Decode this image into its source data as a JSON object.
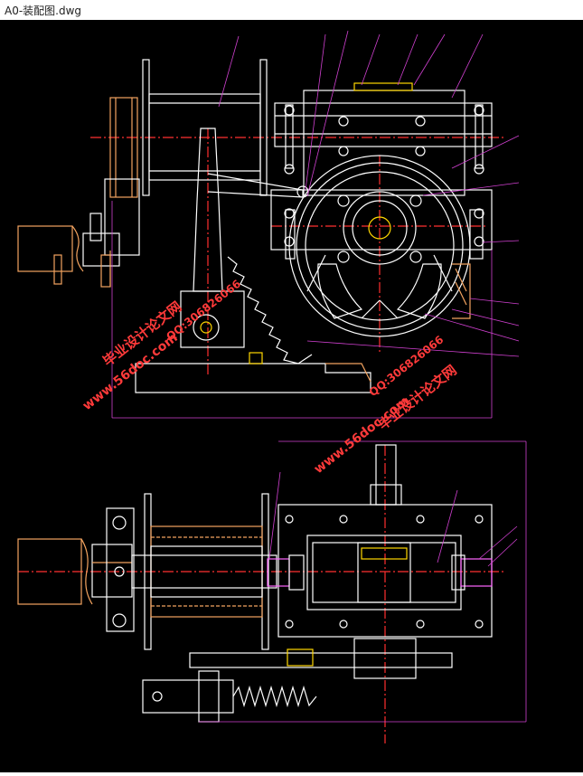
{
  "window": {
    "title": "A0-装配图.dwg"
  },
  "watermarks": {
    "site_a": "www.56doc.com",
    "name_a": "毕业设计论文网",
    "qq_a": "QQ:306826066",
    "site_b": "www.56doc.com",
    "name_b": "毕业设计论文网",
    "qq_b": "QQ:306826066"
  },
  "colors": {
    "outline": "#ffffff",
    "centerline": "#ff3030",
    "leader": "#d040d0",
    "dimension": "#ff66ff",
    "hatch": "#f4a460",
    "accent": "#ffd700",
    "watermark": "#ff3a3a"
  }
}
